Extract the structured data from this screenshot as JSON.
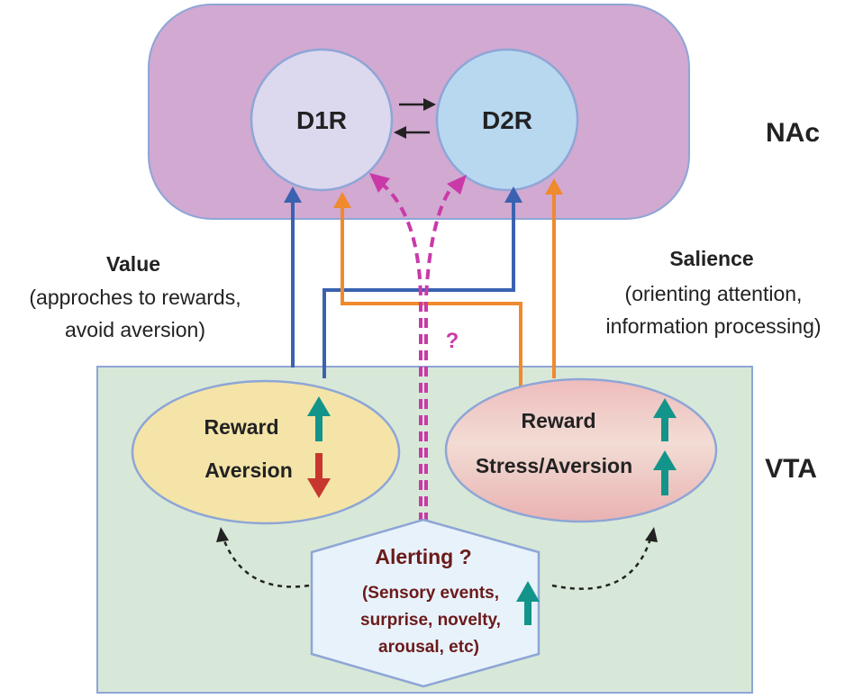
{
  "regions": {
    "nac": "NAc",
    "vta": "VTA"
  },
  "receptors": {
    "d1r": "D1R",
    "d2r": "D2R"
  },
  "value": {
    "title": "Value",
    "line1": "(approches to rewards,",
    "line2": "avoid aversion)"
  },
  "salience": {
    "title": "Salience",
    "line1": "(orienting attention,",
    "line2": "information processing)"
  },
  "value_neurons": {
    "reward": "Reward",
    "aversion": "Aversion"
  },
  "salience_neurons": {
    "reward": "Reward",
    "stress": "Stress/Aversion"
  },
  "alerting": {
    "title": "Alerting ?",
    "line1": "(Sensory events,",
    "line2": "surprise, novelty,",
    "line3": "arousal, etc)"
  },
  "question_mark": "?",
  "colors": {
    "nac_fill": "#d1a9d1",
    "vta_fill": "#d8e8d8",
    "d1r_fill": "#dcd8ee",
    "d2r_fill": "#b8d8f0",
    "value_fill": "#f4e4a8",
    "salience_fill": "#eebcbc",
    "alerting_fill": "#e8f2fb",
    "outline": "#8ea6d6",
    "blue_path": "#3a62b0",
    "orange_path": "#ef8a2e",
    "magenta_path": "#c93aa8",
    "teal_arrow": "#13948a",
    "red_arrow": "#c8372e",
    "alerting_text": "#6b1a1a"
  },
  "icons": {
    "increase": "up-arrow-icon",
    "decrease": "down-arrow-icon"
  }
}
